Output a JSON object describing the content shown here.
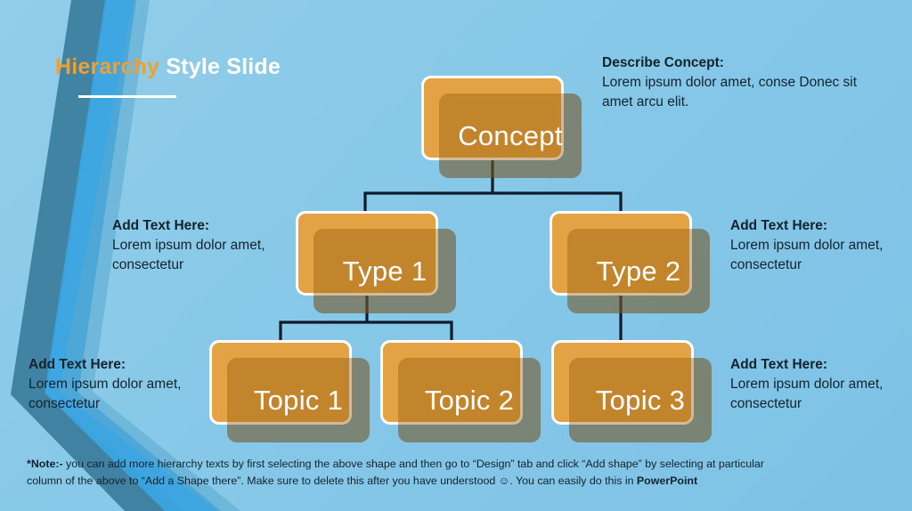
{
  "slide": {
    "background_color": "#87c8e8",
    "accent_color": "#f0a030",
    "box_fill_color": "#e3a244",
    "connector_color": "#0d1b2a",
    "title": {
      "accent_word": "Hierarchy",
      "plain_words": "Style Slide"
    }
  },
  "describe_concept": {
    "heading": "Describe Concept:",
    "body": "Lorem ipsum dolor amet, conse Donec sit amet arcu elit."
  },
  "notes": {
    "type1_left": {
      "heading": "Add Text Here:",
      "body": "Lorem ipsum dolor amet, consectetur"
    },
    "type2_right": {
      "heading": "Add Text Here:",
      "body": "Lorem ipsum dolor amet, consectetur"
    },
    "topic1_left": {
      "heading": "Add Text Here:",
      "body": "Lorem ipsum dolor amet, consectetur"
    },
    "topic3_right": {
      "heading": "Add Text Here:",
      "body": "Lorem ipsum dolor amet, consectetur"
    }
  },
  "hierarchy": {
    "concept": {
      "label": "Concept"
    },
    "type1": {
      "label": "Type 1"
    },
    "type2": {
      "label": "Type 2"
    },
    "topic1": {
      "label": "Topic 1"
    },
    "topic2": {
      "label": "Topic 2"
    },
    "topic3": {
      "label": "Topic 3"
    }
  },
  "footer": {
    "lead": "*Note:-",
    "line1": " you can add more hierarchy texts by first selecting the above shape and then go to “Design” tab and click “Add shape” by selecting at particular",
    "line2_a": "column of the above to “Add a Shape there”. Make sure to delete this after you have understood ☺. You can easily do this in ",
    "line2_b": "PowerPoint"
  }
}
